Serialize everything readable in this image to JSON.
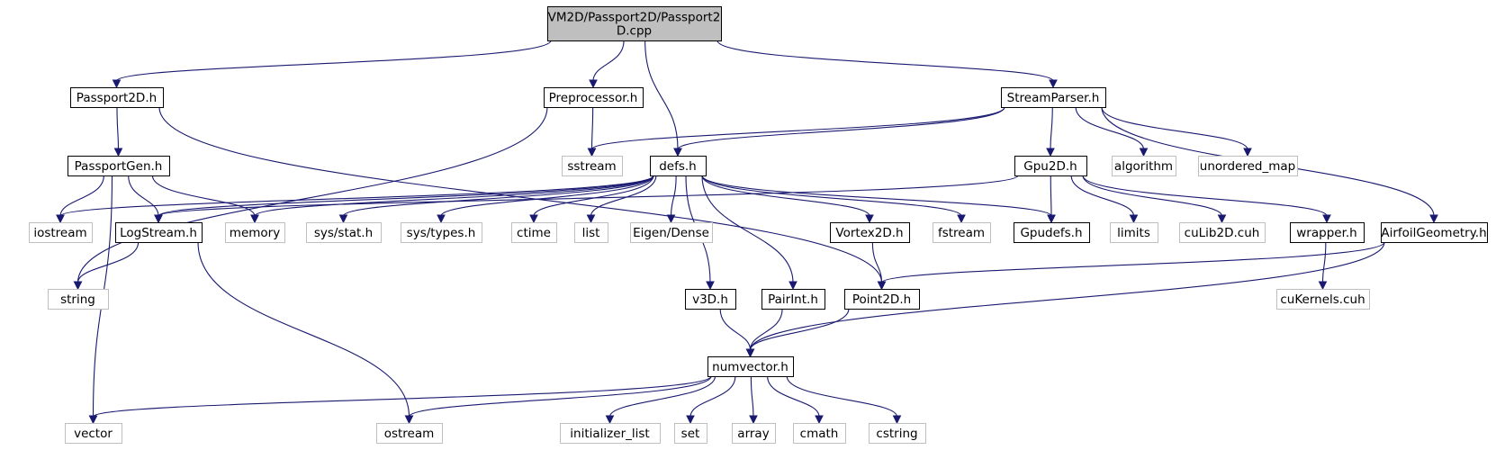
{
  "colors": {
    "edge": "#191970",
    "node_border": "#000000",
    "external_border": "#bfbfbf",
    "external_text": "#555555",
    "root_fill": "#bfbfbf",
    "node_fill": "#ffffff"
  },
  "nodes": [
    {
      "id": "root",
      "kind": "root",
      "lines": [
        "VM2D/Passport2D/Passport2",
        "D.cpp"
      ]
    },
    {
      "id": "passport2d",
      "kind": "internal",
      "lines": [
        "Passport2D.h"
      ]
    },
    {
      "id": "preprocessor",
      "kind": "internal",
      "lines": [
        "Preprocessor.h"
      ]
    },
    {
      "id": "streamparser",
      "kind": "internal",
      "lines": [
        "StreamParser.h"
      ]
    },
    {
      "id": "passportgen",
      "kind": "internal",
      "lines": [
        "PassportGen.h"
      ]
    },
    {
      "id": "sstream",
      "kind": "external",
      "lines": [
        "sstream"
      ]
    },
    {
      "id": "defs",
      "kind": "internal",
      "lines": [
        "defs.h"
      ]
    },
    {
      "id": "gpu2d",
      "kind": "internal",
      "lines": [
        "Gpu2D.h"
      ]
    },
    {
      "id": "algorithm",
      "kind": "external",
      "lines": [
        "algorithm"
      ]
    },
    {
      "id": "unordered_map",
      "kind": "external",
      "lines": [
        "unordered_map"
      ]
    },
    {
      "id": "iostream",
      "kind": "external",
      "lines": [
        "iostream"
      ]
    },
    {
      "id": "logstream",
      "kind": "internal",
      "lines": [
        "LogStream.h"
      ]
    },
    {
      "id": "memory",
      "kind": "external",
      "lines": [
        "memory"
      ]
    },
    {
      "id": "sysstat",
      "kind": "external",
      "lines": [
        "sys/stat.h"
      ]
    },
    {
      "id": "systypes",
      "kind": "external",
      "lines": [
        "sys/types.h"
      ]
    },
    {
      "id": "ctime",
      "kind": "external",
      "lines": [
        "ctime"
      ]
    },
    {
      "id": "list",
      "kind": "external",
      "lines": [
        "list"
      ]
    },
    {
      "id": "eigendense",
      "kind": "external",
      "lines": [
        "Eigen/Dense"
      ]
    },
    {
      "id": "vortex2d",
      "kind": "internal",
      "lines": [
        "Vortex2D.h"
      ]
    },
    {
      "id": "fstream",
      "kind": "external",
      "lines": [
        "fstream"
      ]
    },
    {
      "id": "gpudefs",
      "kind": "internal",
      "lines": [
        "Gpudefs.h"
      ]
    },
    {
      "id": "limits",
      "kind": "external",
      "lines": [
        "limits"
      ]
    },
    {
      "id": "culib2d",
      "kind": "external",
      "lines": [
        "cuLib2D.cuh"
      ]
    },
    {
      "id": "wrapper",
      "kind": "internal",
      "lines": [
        "wrapper.h"
      ]
    },
    {
      "id": "airfoil",
      "kind": "internal",
      "lines": [
        "AirfoilGeometry.h"
      ]
    },
    {
      "id": "string",
      "kind": "external",
      "lines": [
        "string"
      ]
    },
    {
      "id": "v3d",
      "kind": "internal",
      "lines": [
        "v3D.h"
      ]
    },
    {
      "id": "pairint",
      "kind": "internal",
      "lines": [
        "PairInt.h"
      ]
    },
    {
      "id": "point2d",
      "kind": "internal",
      "lines": [
        "Point2D.h"
      ]
    },
    {
      "id": "cukernels",
      "kind": "external",
      "lines": [
        "cuKernels.cuh"
      ]
    },
    {
      "id": "numvector",
      "kind": "internal",
      "lines": [
        "numvector.h"
      ]
    },
    {
      "id": "vector",
      "kind": "external",
      "lines": [
        "vector"
      ]
    },
    {
      "id": "ostream",
      "kind": "external",
      "lines": [
        "ostream"
      ]
    },
    {
      "id": "initializer_list",
      "kind": "external",
      "lines": [
        "initializer_list"
      ]
    },
    {
      "id": "set",
      "kind": "external",
      "lines": [
        "set"
      ]
    },
    {
      "id": "array",
      "kind": "external",
      "lines": [
        "array"
      ]
    },
    {
      "id": "cmath",
      "kind": "external",
      "lines": [
        "cmath"
      ]
    },
    {
      "id": "cstring",
      "kind": "external",
      "lines": [
        "cstring"
      ]
    }
  ],
  "edges": [
    [
      "root",
      "passport2d"
    ],
    [
      "root",
      "preprocessor"
    ],
    [
      "root",
      "defs"
    ],
    [
      "root",
      "streamparser"
    ],
    [
      "passport2d",
      "passportgen"
    ],
    [
      "passport2d",
      "point2d"
    ],
    [
      "preprocessor",
      "sstream"
    ],
    [
      "preprocessor",
      "string"
    ],
    [
      "streamparser",
      "sstream"
    ],
    [
      "streamparser",
      "defs"
    ],
    [
      "streamparser",
      "gpu2d"
    ],
    [
      "streamparser",
      "algorithm"
    ],
    [
      "streamparser",
      "unordered_map"
    ],
    [
      "streamparser",
      "airfoil"
    ],
    [
      "passportgen",
      "iostream"
    ],
    [
      "passportgen",
      "logstream"
    ],
    [
      "passportgen",
      "memory"
    ],
    [
      "passportgen",
      "vector"
    ],
    [
      "defs",
      "iostream"
    ],
    [
      "defs",
      "logstream"
    ],
    [
      "defs",
      "memory"
    ],
    [
      "defs",
      "sysstat"
    ],
    [
      "defs",
      "systypes"
    ],
    [
      "defs",
      "ctime"
    ],
    [
      "defs",
      "list"
    ],
    [
      "defs",
      "eigendense"
    ],
    [
      "defs",
      "vortex2d"
    ],
    [
      "defs",
      "fstream"
    ],
    [
      "defs",
      "gpudefs"
    ],
    [
      "defs",
      "v3d"
    ],
    [
      "defs",
      "pairint"
    ],
    [
      "gpu2d",
      "logstream"
    ],
    [
      "gpu2d",
      "gpudefs"
    ],
    [
      "gpu2d",
      "limits"
    ],
    [
      "gpu2d",
      "culib2d"
    ],
    [
      "gpu2d",
      "wrapper"
    ],
    [
      "logstream",
      "string"
    ],
    [
      "logstream",
      "ostream"
    ],
    [
      "vortex2d",
      "point2d"
    ],
    [
      "wrapper",
      "cukernels"
    ],
    [
      "airfoil",
      "point2d"
    ],
    [
      "airfoil",
      "numvector"
    ],
    [
      "v3d",
      "numvector"
    ],
    [
      "pairint",
      "numvector"
    ],
    [
      "point2d",
      "numvector"
    ],
    [
      "numvector",
      "vector"
    ],
    [
      "numvector",
      "ostream"
    ],
    [
      "numvector",
      "initializer_list"
    ],
    [
      "numvector",
      "set"
    ],
    [
      "numvector",
      "array"
    ],
    [
      "numvector",
      "cmath"
    ],
    [
      "numvector",
      "cstring"
    ]
  ]
}
